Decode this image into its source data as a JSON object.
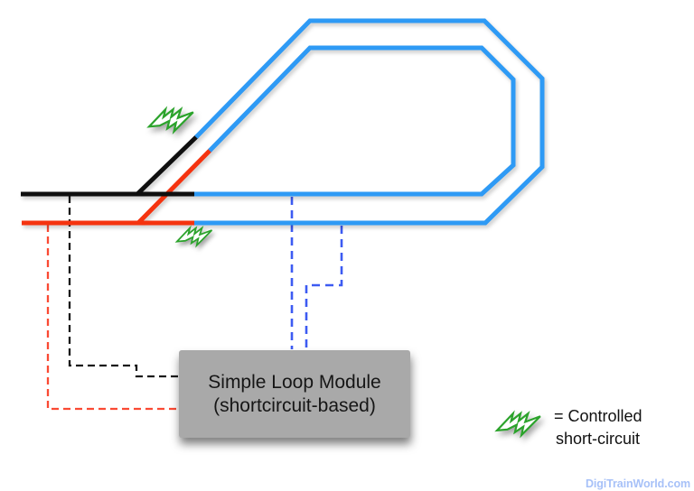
{
  "module_box": {
    "line1": "Simple Loop Module",
    "line2": "(shortcircuit-based)"
  },
  "legend": {
    "line1": "= Controlled",
    "line2": "short-circuit",
    "icon": "controlled-short-circuit-bolt"
  },
  "watermark": "DigiTrainWorld.com",
  "colors": {
    "track_blue": "#2E9AF5",
    "track_black": "#0F0F0F",
    "track_red": "#F5330F",
    "dash_blue": "#3D5BF2",
    "dash_red": "#FA4A34",
    "dash_black": "#1B1B1B",
    "bolt_green": "#2BA32B",
    "box_fill": "#A9A9A9",
    "box_text": "#161616",
    "legend_text": "#111111",
    "watermark": "#A7C1F8"
  }
}
